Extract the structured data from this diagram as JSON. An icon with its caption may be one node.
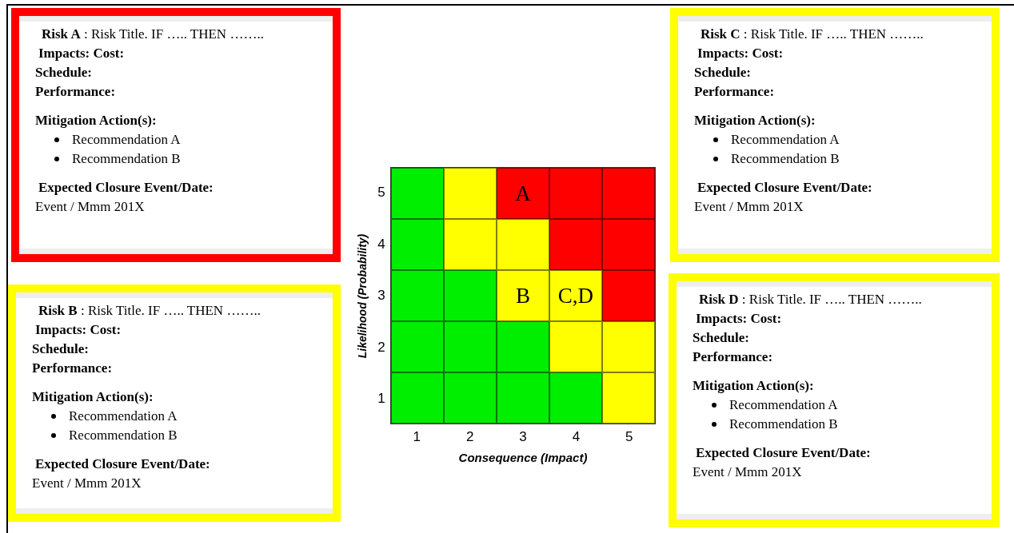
{
  "diagram": {
    "nodes": [
      {
        "text": [
          "**Risk A** :  Risk Title.  IF ….. THEN ……..",
          "Impacts:  Cost:",
          "Schedule:",
          "Performance:",
          "Mitigation Action(s):",
          "Recommendation A",
          "Recommendation B",
          "Expected Closure Event/Date:",
          "Event / Mmm 201X"
        ]
      },
      {
        "text": [
          "**Risk B** :  Risk Title.  IF ….. THEN ……..",
          "Impacts:  Cost:",
          "Schedule:",
          "Performance:",
          "Mitigation Action(s):",
          "Recommendation A",
          "Recommendation B",
          "Expected Closure Event/Date:",
          "Event / Mmm 201X"
        ]
      },
      {
        "text": [
          "**Risk C** :  Risk Title.  IF ….. THEN ……..",
          "Impacts:  Cost:",
          "Schedule:",
          "Performance:",
          "Mitigation Action(s):",
          "Recommendation A",
          "Recommendation B",
          "Expected Closure Event/Date:",
          "Event / Mmm 201X"
        ]
      },
      {
        "text": [
          "**Risk D** :  Risk Title.  IF ….. THEN ……..",
          "Impacts:  Cost:",
          "Schedule:",
          "Performance:",
          "Mitigation Action(s):",
          "Recommendation A",
          "Recommendation B",
          "Expected Closure Event/Date:",
          "Event / Mmm 201X"
        ]
      },
      {
        "text": [],
        "shape": "box"
      },
      {
        "text": [],
        "shape": "box"
      },
      {
        "text": [
          "A"
        ]
      },
      {
        "text": [],
        "shape": "box"
      },
      {
        "text": [],
        "shape": "box"
      },
      {
        "text": [],
        "shape": "box"
      },
      {
        "text": [],
        "shape": "box"
      },
      {
        "text": [],
        "shape": "box"
      },
      {
        "text": [],
        "shape": "box"
      },
      {
        "text": [],
        "shape": "box"
      },
      {
        "text": [],
        "shape": "box"
      },
      {
        "text": [],
        "shape": "box"
      },
      {
        "text": [
          "B"
        ]
      },
      {
        "text": [
          "C,D"
        ]
      },
      {
        "text": [],
        "shape": "box"
      },
      {
        "text": [],
        "shape": "box"
      },
      {
        "text": [],
        "shape": "box"
      },
      {
        "text": [],
        "shape": "box"
      },
      {
        "text": [],
        "shape": "box"
      },
      {
        "text": [],
        "shape": "box"
      },
      {
        "text": [],
        "shape": "box"
      },
      {
        "text": [],
        "shape": "box"
      },
      {
        "text": [],
        "shape": "box"
      },
      {
        "text": [],
        "shape": "box"
      },
      {
        "text": [],
        "shape": "box"
      }
    ],
    "labels": [
      "5",
      "4",
      "3",
      "2",
      "1",
      "Likelihood (Probability)",
      "1",
      "2",
      "3",
      "4",
      "5",
      "Consequence (Impact)"
    ]
  }
}
